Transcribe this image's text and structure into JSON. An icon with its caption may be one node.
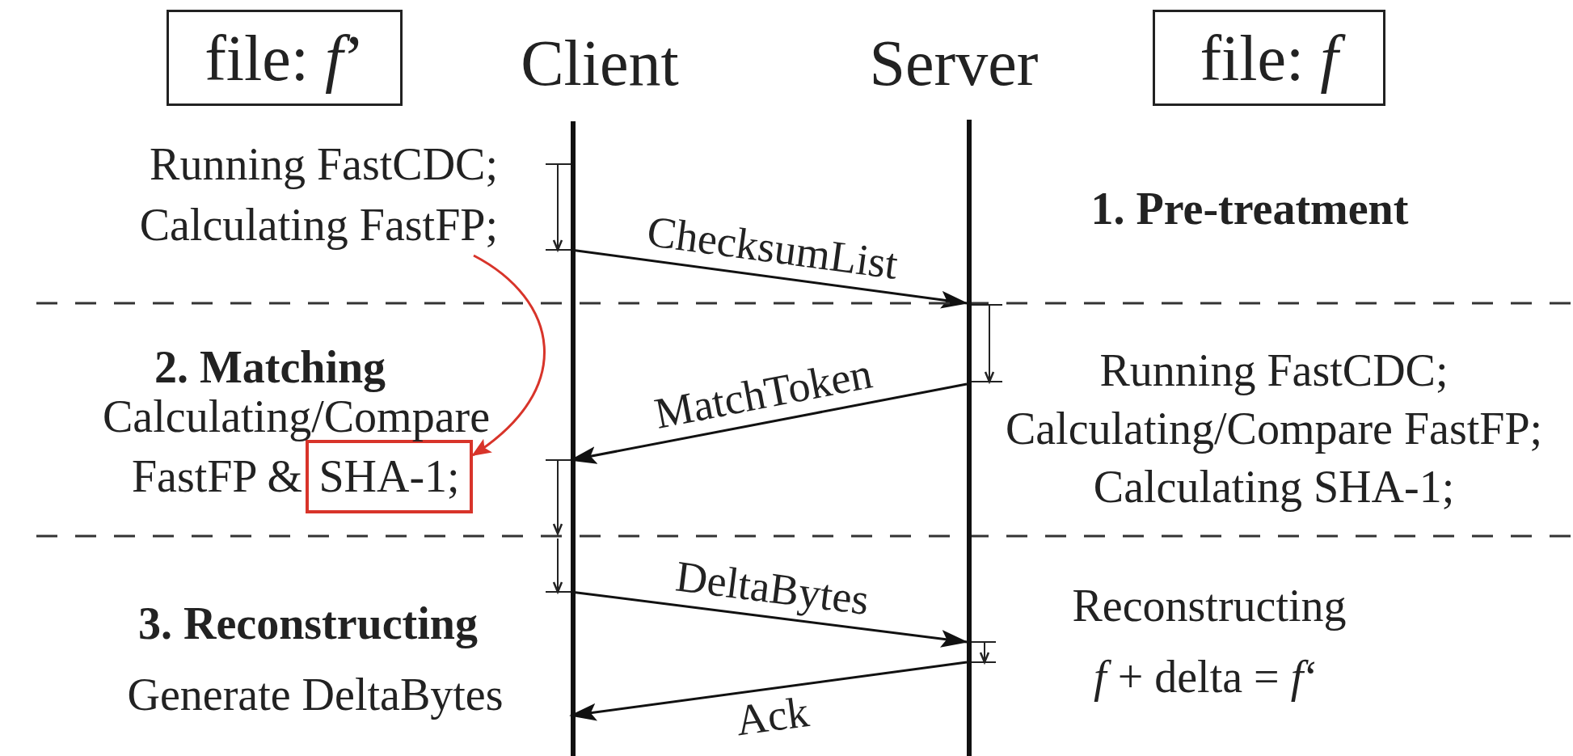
{
  "diagram": {
    "nodes": [
      {
        "text": [
          "file: *f*’"
        ]
      },
      {
        "text": [
          "Client"
        ]
      },
      {
        "text": [
          "Server"
        ]
      },
      {
        "text": [
          "file: *f*"
        ]
      },
      {
        "text": [
          "Running FastCDC; Calculating FastFP;"
        ]
      },
      {
        "text": [
          "SHA-1;"
        ],
        "beside": [
          "FastFP &"
        ]
      }
    ],
    "edges": [
      {
        "from": 1,
        "to": 2,
        "arrow": "to",
        "label": "ChecksumList"
      },
      {
        "from": 2,
        "to": 1,
        "arrow": "to",
        "label": "MatchToken"
      },
      {
        "from": 1,
        "to": 2,
        "arrow": "to",
        "label": "DeltaBytes"
      },
      {
        "from": 2,
        "to": 1,
        "arrow": "to",
        "label": "Ack"
      },
      {
        "from": 4,
        "to": 5,
        "arrow": "to",
        "color": "#d8342a"
      }
    ],
    "labels": [
      "1. Pre-treatment",
      "2. Matching",
      "Calculating/Compare",
      "Running FastCDC; Calculating/Compare FastFP; Calculating SHA-1;",
      "3. Reconstructing",
      "Generate DeltaBytes",
      "Reconstructing",
      "*f* + delta = *f*‘"
    ]
  }
}
